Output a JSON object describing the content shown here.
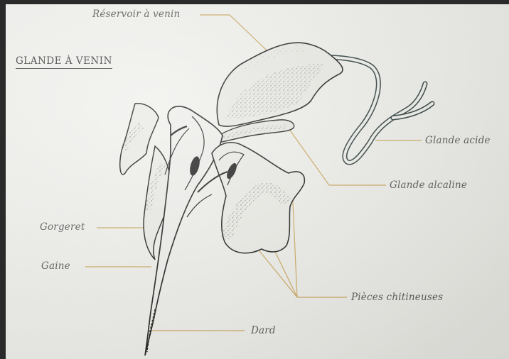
{
  "title": "GLANDE À VENIN",
  "labels": {
    "reservoir": "Réservoir à venin",
    "glande_acide": "Glande acide",
    "glande_alcaline": "Glande alcaline",
    "gorgeret": "Gorgeret",
    "gaine": "Gaine",
    "pieces": "Pièces chitineuses",
    "dard": "Dard"
  },
  "colors": {
    "leader_line": "#c9a55a",
    "ink": "#1c1c1c"
  }
}
